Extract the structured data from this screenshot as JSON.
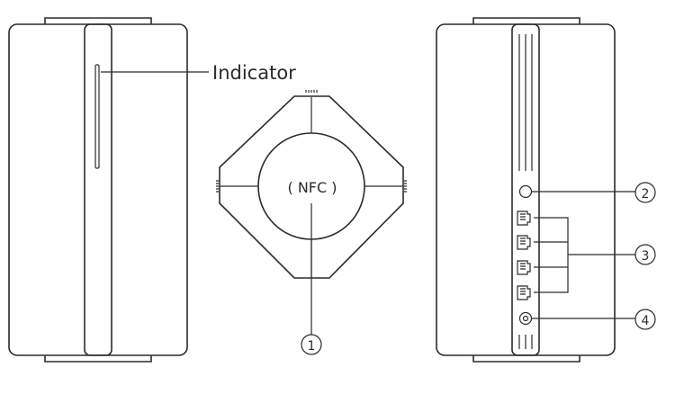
{
  "labels": {
    "indicator": "Indicator",
    "nfc": "( NFC )",
    "callout_1": "1",
    "callout_2": "2",
    "callout_3": "3",
    "callout_4": "4"
  },
  "colors": {
    "line": "#2b2b2b",
    "background": "#ffffff"
  }
}
